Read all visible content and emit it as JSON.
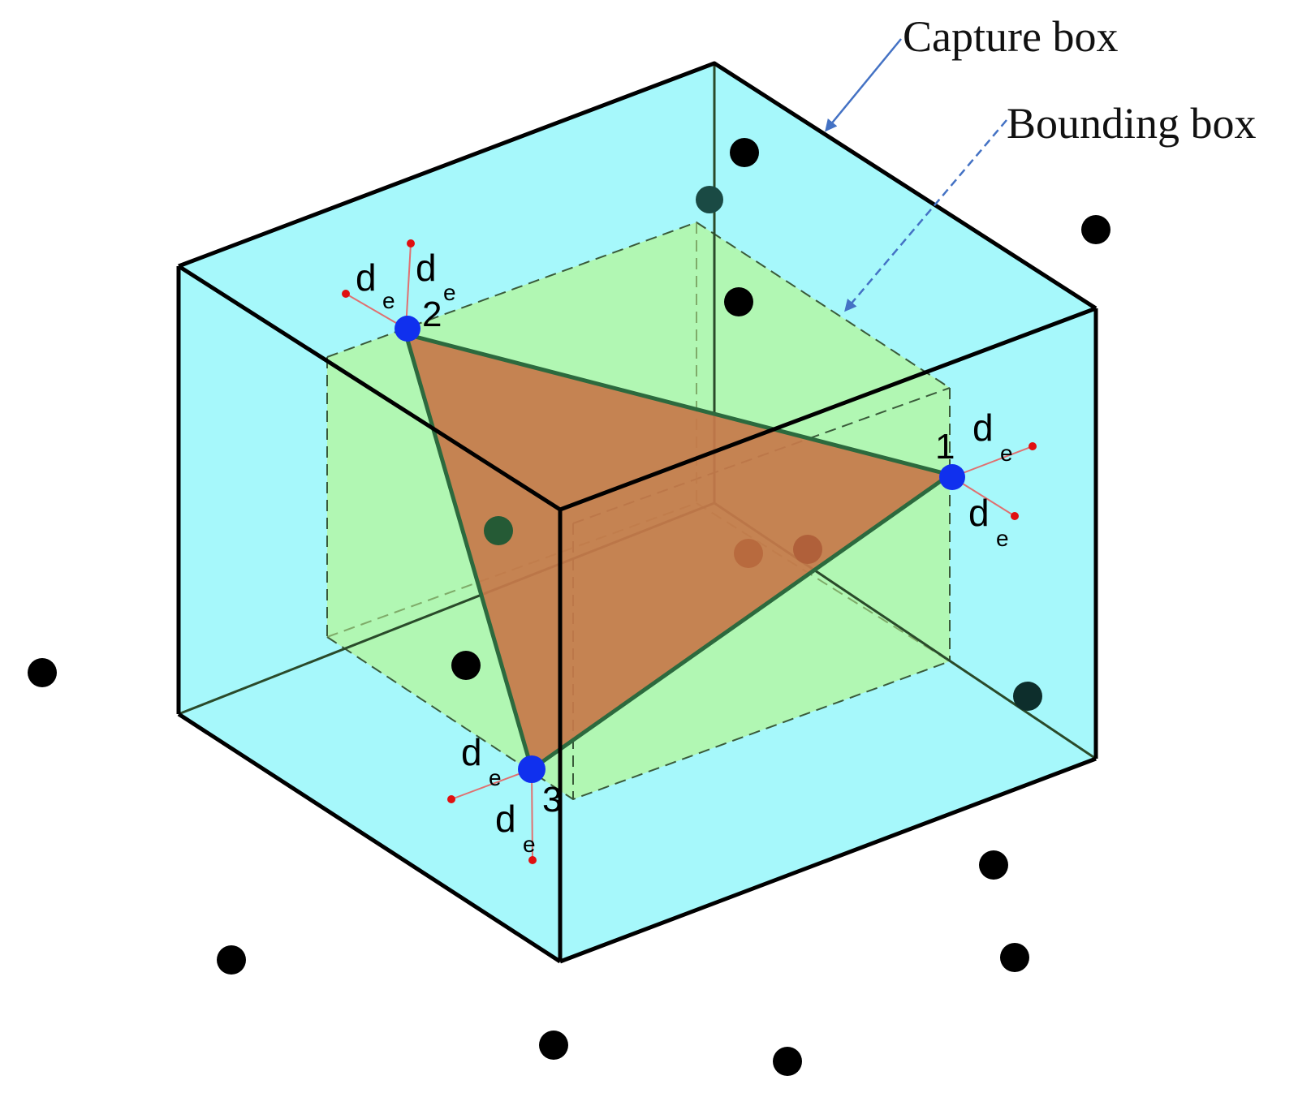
{
  "labels": {
    "capture_box": "Capture box",
    "bounding_box": "Bounding box"
  },
  "vertices": [
    {
      "number": "1",
      "offset_label": "d",
      "offset_subscript": "e"
    },
    {
      "number": "2",
      "offset_label": "d",
      "offset_subscript": "e"
    },
    {
      "number": "3",
      "offset_label": "d",
      "offset_subscript": "e"
    }
  ],
  "colors": {
    "capture_box_fill": "#a6f8fb",
    "bounding_box_fill": "#b3f7a6",
    "triangle_fill": "#c67a4a",
    "triangle_edge": "#2c6a3e",
    "box_edge": "#000000",
    "vertex_marker": "#1030ee",
    "offset_marker": "#e01010",
    "arrow": "#4472c4",
    "point": "#000000"
  }
}
